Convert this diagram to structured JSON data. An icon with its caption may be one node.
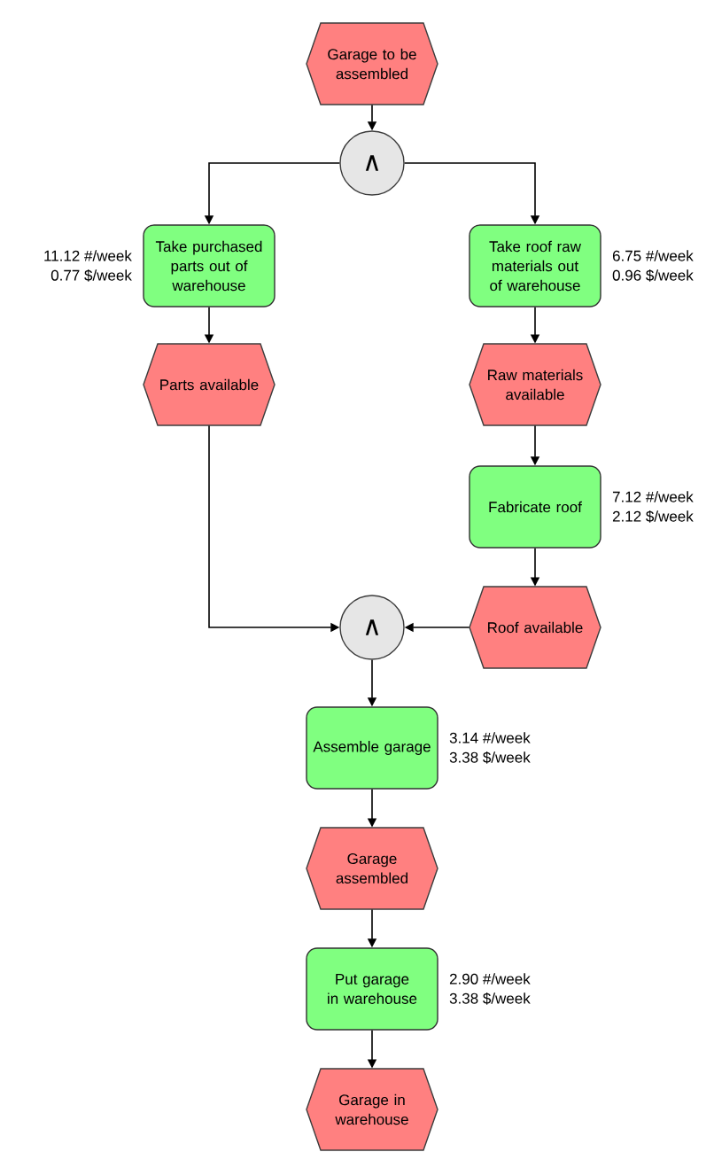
{
  "diagram": {
    "nodes": [
      {
        "text": [
          "Garage to be assembled"
        ]
      },
      {
        "text": [
          "∧"
        ]
      },
      {
        "text": [
          "Take purchased parts out of warehouse"
        ],
        "beside": [
          "11.12 #/week",
          "0.77 $/week"
        ]
      },
      {
        "text": [
          "Take roof raw materials out of warehouse"
        ],
        "beside": [
          "6.75 #/week",
          "0.96 $/week"
        ]
      },
      {
        "text": [
          "Parts available"
        ]
      },
      {
        "text": [
          "Raw materials available"
        ]
      },
      {
        "text": [
          "Fabricate roof"
        ],
        "beside": [
          "7.12 #/week",
          "2.12 $/week"
        ]
      },
      {
        "text": [
          "Roof available"
        ]
      },
      {
        "text": [
          "∧"
        ]
      },
      {
        "text": [
          "Assemble garage"
        ],
        "beside": [
          "3.14 #/week",
          "3.38 $/week"
        ]
      },
      {
        "text": [
          "Garage assembled"
        ]
      },
      {
        "text": [
          "Put garage in warehouse"
        ],
        "beside": [
          "2.90 #/week",
          "3.38 $/week"
        ]
      },
      {
        "text": [
          "Garage in warehouse"
        ]
      }
    ],
    "edges": [
      {
        "from": 0,
        "to": 1,
        "arrow": "to"
      },
      {
        "from": 1,
        "to": 2,
        "arrow": "to"
      },
      {
        "from": 1,
        "to": 3,
        "arrow": "to"
      },
      {
        "from": 2,
        "to": 4,
        "arrow": "to"
      },
      {
        "from": 3,
        "to": 5,
        "arrow": "to"
      },
      {
        "from": 4,
        "to": 8,
        "arrow": "to"
      },
      {
        "from": 5,
        "to": 6,
        "arrow": "to"
      },
      {
        "from": 6,
        "to": 7,
        "arrow": "to"
      },
      {
        "from": 7,
        "to": 8,
        "arrow": "to"
      },
      {
        "from": 8,
        "to": 9,
        "arrow": "to"
      },
      {
        "from": 9,
        "to": 10,
        "arrow": "to"
      },
      {
        "from": 10,
        "to": 11,
        "arrow": "to"
      },
      {
        "from": 11,
        "to": 12,
        "arrow": "to"
      }
    ]
  }
}
